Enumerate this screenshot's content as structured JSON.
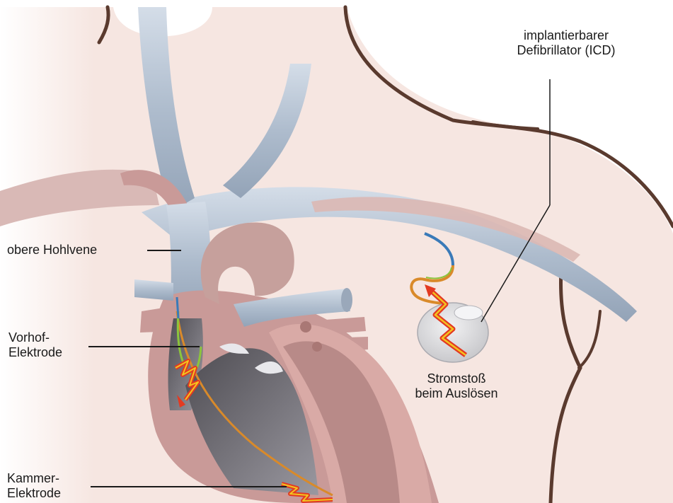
{
  "labels": {
    "icd": {
      "line1": "implantierbarer",
      "line2": "Defibrillator (ICD)"
    },
    "vena_cava": "obere Hohlvene",
    "atrial_lead": {
      "line1": "Vorhof-",
      "line2": "Elektrode"
    },
    "ventricular_lead": {
      "line1": "Kammer-",
      "line2": "Elektrode"
    },
    "shock": {
      "line1": "Stromstoß",
      "line2": "beim Auslösen"
    }
  },
  "colors": {
    "skin": "#f6e6e1",
    "body_outline": "#5a3a2e",
    "vein": "#b4c1d1",
    "heart_tissue": "#c99a98",
    "chamber_interior": "#6f6c73",
    "device": "#d7d7d9",
    "shock_red": "#e33a22",
    "shock_yellow": "#f3c41f",
    "lead_orange": "#d98a2a",
    "lead_blue": "#3a7ab8",
    "lead_green": "#8cc43c"
  }
}
